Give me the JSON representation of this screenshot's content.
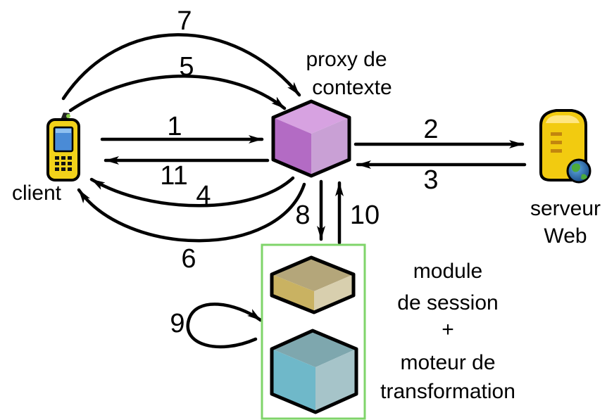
{
  "colors": {
    "proxy_cube": "#b36bc4",
    "session_cube": "#c9b98a",
    "transform_cube": "#6fb8c9",
    "module_border": "#7fd46a",
    "device_body": "#f2d21a",
    "server_body": "#f2cb10"
  },
  "nodes": {
    "client": {
      "label": "client",
      "icon": "phone-icon"
    },
    "proxy": {
      "label_line1": "proxy de",
      "label_line2": "contexte",
      "icon": "cube-icon"
    },
    "server": {
      "label_line1": "serveur",
      "label_line2": "Web",
      "icon": "server-icon"
    },
    "module": {
      "line1": "module",
      "line2": "de session",
      "line3": "+",
      "line4": "moteur de",
      "line5": "transformation"
    }
  },
  "edges": {
    "e1": "1",
    "e2": "2",
    "e3": "3",
    "e4": "4",
    "e5": "5",
    "e6": "6",
    "e7": "7",
    "e8": "8",
    "e9": "9",
    "e10": "10",
    "e11": "11"
  }
}
